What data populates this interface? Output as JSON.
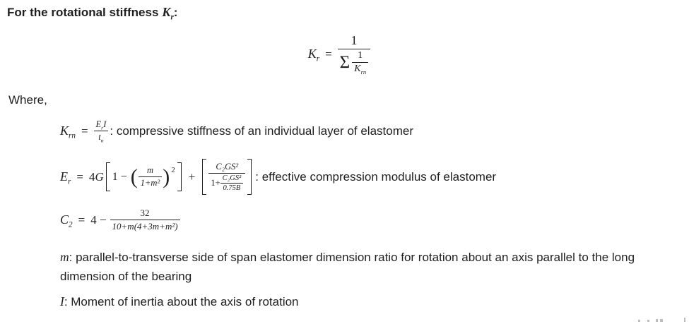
{
  "page": {
    "background": "#ffffff",
    "text_color": "#1f1f1f",
    "cropped_marks_color": "#bdbdbd"
  },
  "heading": {
    "text": "For the rotational stiffness",
    "var": "K",
    "var_sub": "r",
    "colon": ":"
  },
  "eq_main": {
    "lhs": "K",
    "lhs_sub": "r",
    "eq": "=",
    "num": "1",
    "sigma": "Σ",
    "inner_num": "1",
    "inner_den": "K",
    "inner_den_sub": "rn"
  },
  "where_label": "Where,",
  "eq_krn": {
    "lhs": "K",
    "lhs_sub": "rn",
    "eq": "=",
    "num_e": "E",
    "num_e_sub": "r",
    "num_i": "I",
    "den_t": "t",
    "den_t_sub": "n",
    "desc": ": compressive stiffness of an individual layer of elastomer"
  },
  "eq_er": {
    "lhs": "E",
    "lhs_sub": "r",
    "eq": "=",
    "coeff_num": "4",
    "coeff_var": "G",
    "one_minus": "1 −",
    "lparen": "(",
    "pfrac_num": "m",
    "pfrac_den": "1+m²",
    "rparen": ")",
    "exp": "2",
    "plus": "+",
    "b2_num": "C₂GS²",
    "b2_den_lead": "1+",
    "b2_inner_num": "C₂GS²",
    "b2_inner_den": "0.75B",
    "desc": ": effective compression modulus of elastomer"
  },
  "eq_c2": {
    "lhs": "C",
    "lhs_sub": "2",
    "eq": "=",
    "four_minus": "4 −",
    "frac_num": "32",
    "frac_den": "10+m(4+3m+m²)"
  },
  "def_m": {
    "sym": "m",
    "desc": ": parallel-to-transverse side of span elastomer dimension ratio for rotation about an axis parallel to the long dimension of the bearing"
  },
  "def_i": {
    "sym": "I",
    "desc": ": Moment of inertia about the axis of rotation"
  }
}
